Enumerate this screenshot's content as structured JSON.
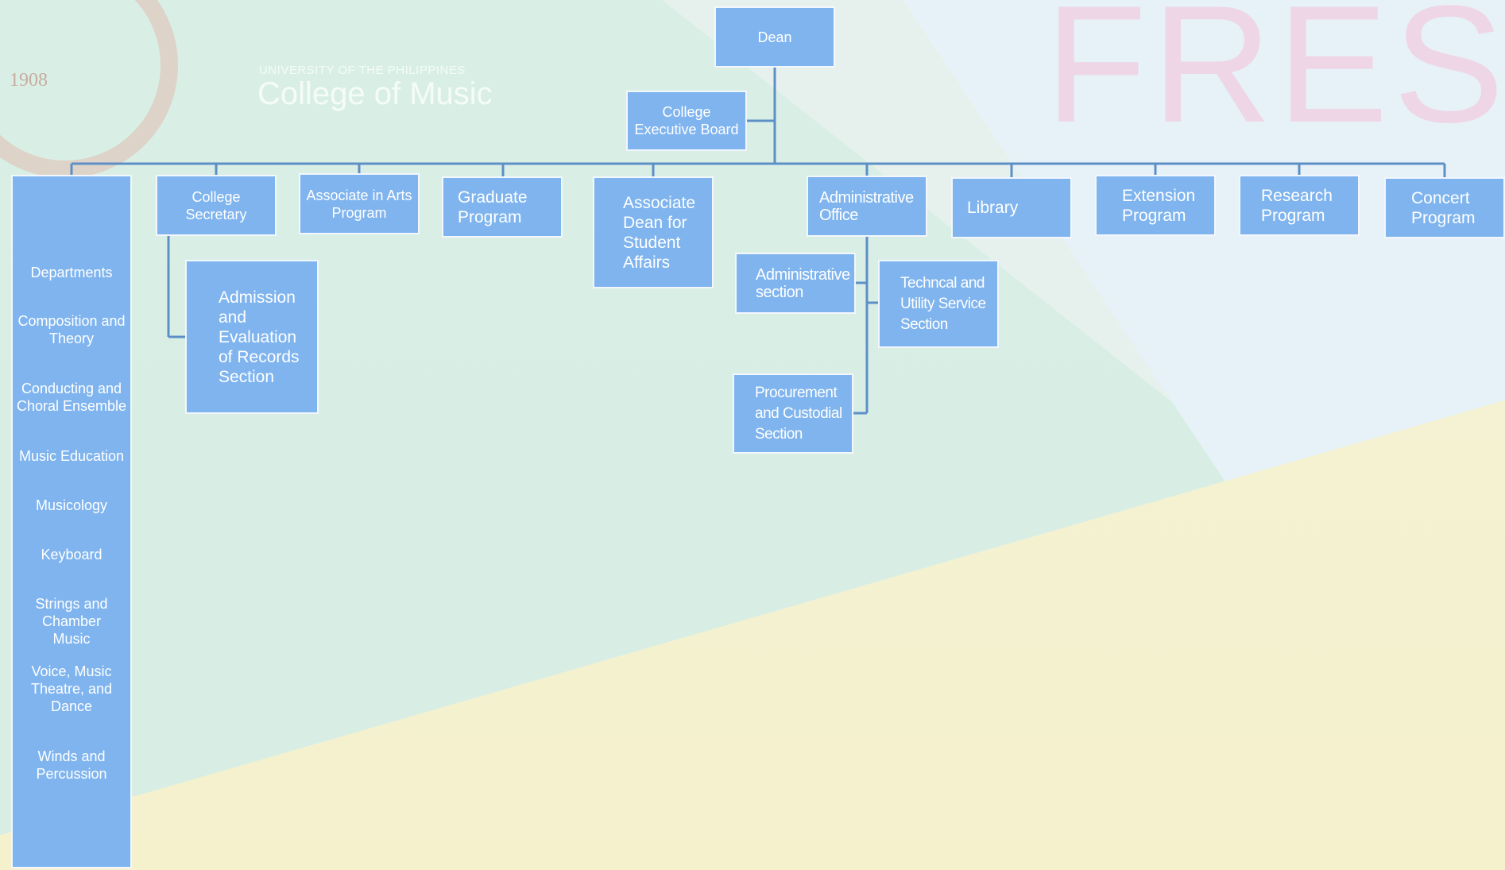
{
  "watermark": {
    "university": "UNIVERSITY OF THE PHILIPPINES",
    "college": "College of Music",
    "seal_year": "1908",
    "banner": "FRESH"
  },
  "chart": {
    "dean": "Dean",
    "executive_board": "College Executive Board",
    "units": {
      "college_secretary": "College Secretary",
      "associate_in_arts": "Associate in Arts Program",
      "graduate_program": "Graduate Program",
      "associate_dean": "Associate Dean for Student Affairs",
      "administrative_office": "Administrative Office",
      "library": "Library",
      "extension_program": "Extension Program",
      "research_program": "Research Program",
      "concert_program": "Concert Program"
    },
    "sub_units": {
      "admission": "Admission and Evaluation of Records Section",
      "administrative_section": "Administrative section",
      "technical": "Techncal and Utility Service Section",
      "procurement": "Procurement and Custodial Section"
    },
    "departments": [
      "Departments",
      "Composition and Theory",
      "Conducting and Choral Ensemble",
      "Music Education",
      "Musicology",
      "Keyboard",
      "Strings and Chamber Music",
      "Voice, Music Theatre, and Dance",
      "Winds and Percussion"
    ]
  },
  "colors": {
    "box_fill": "#7fb4ee",
    "box_border": "#f2f7fd",
    "connector": "#5d8fc7"
  }
}
